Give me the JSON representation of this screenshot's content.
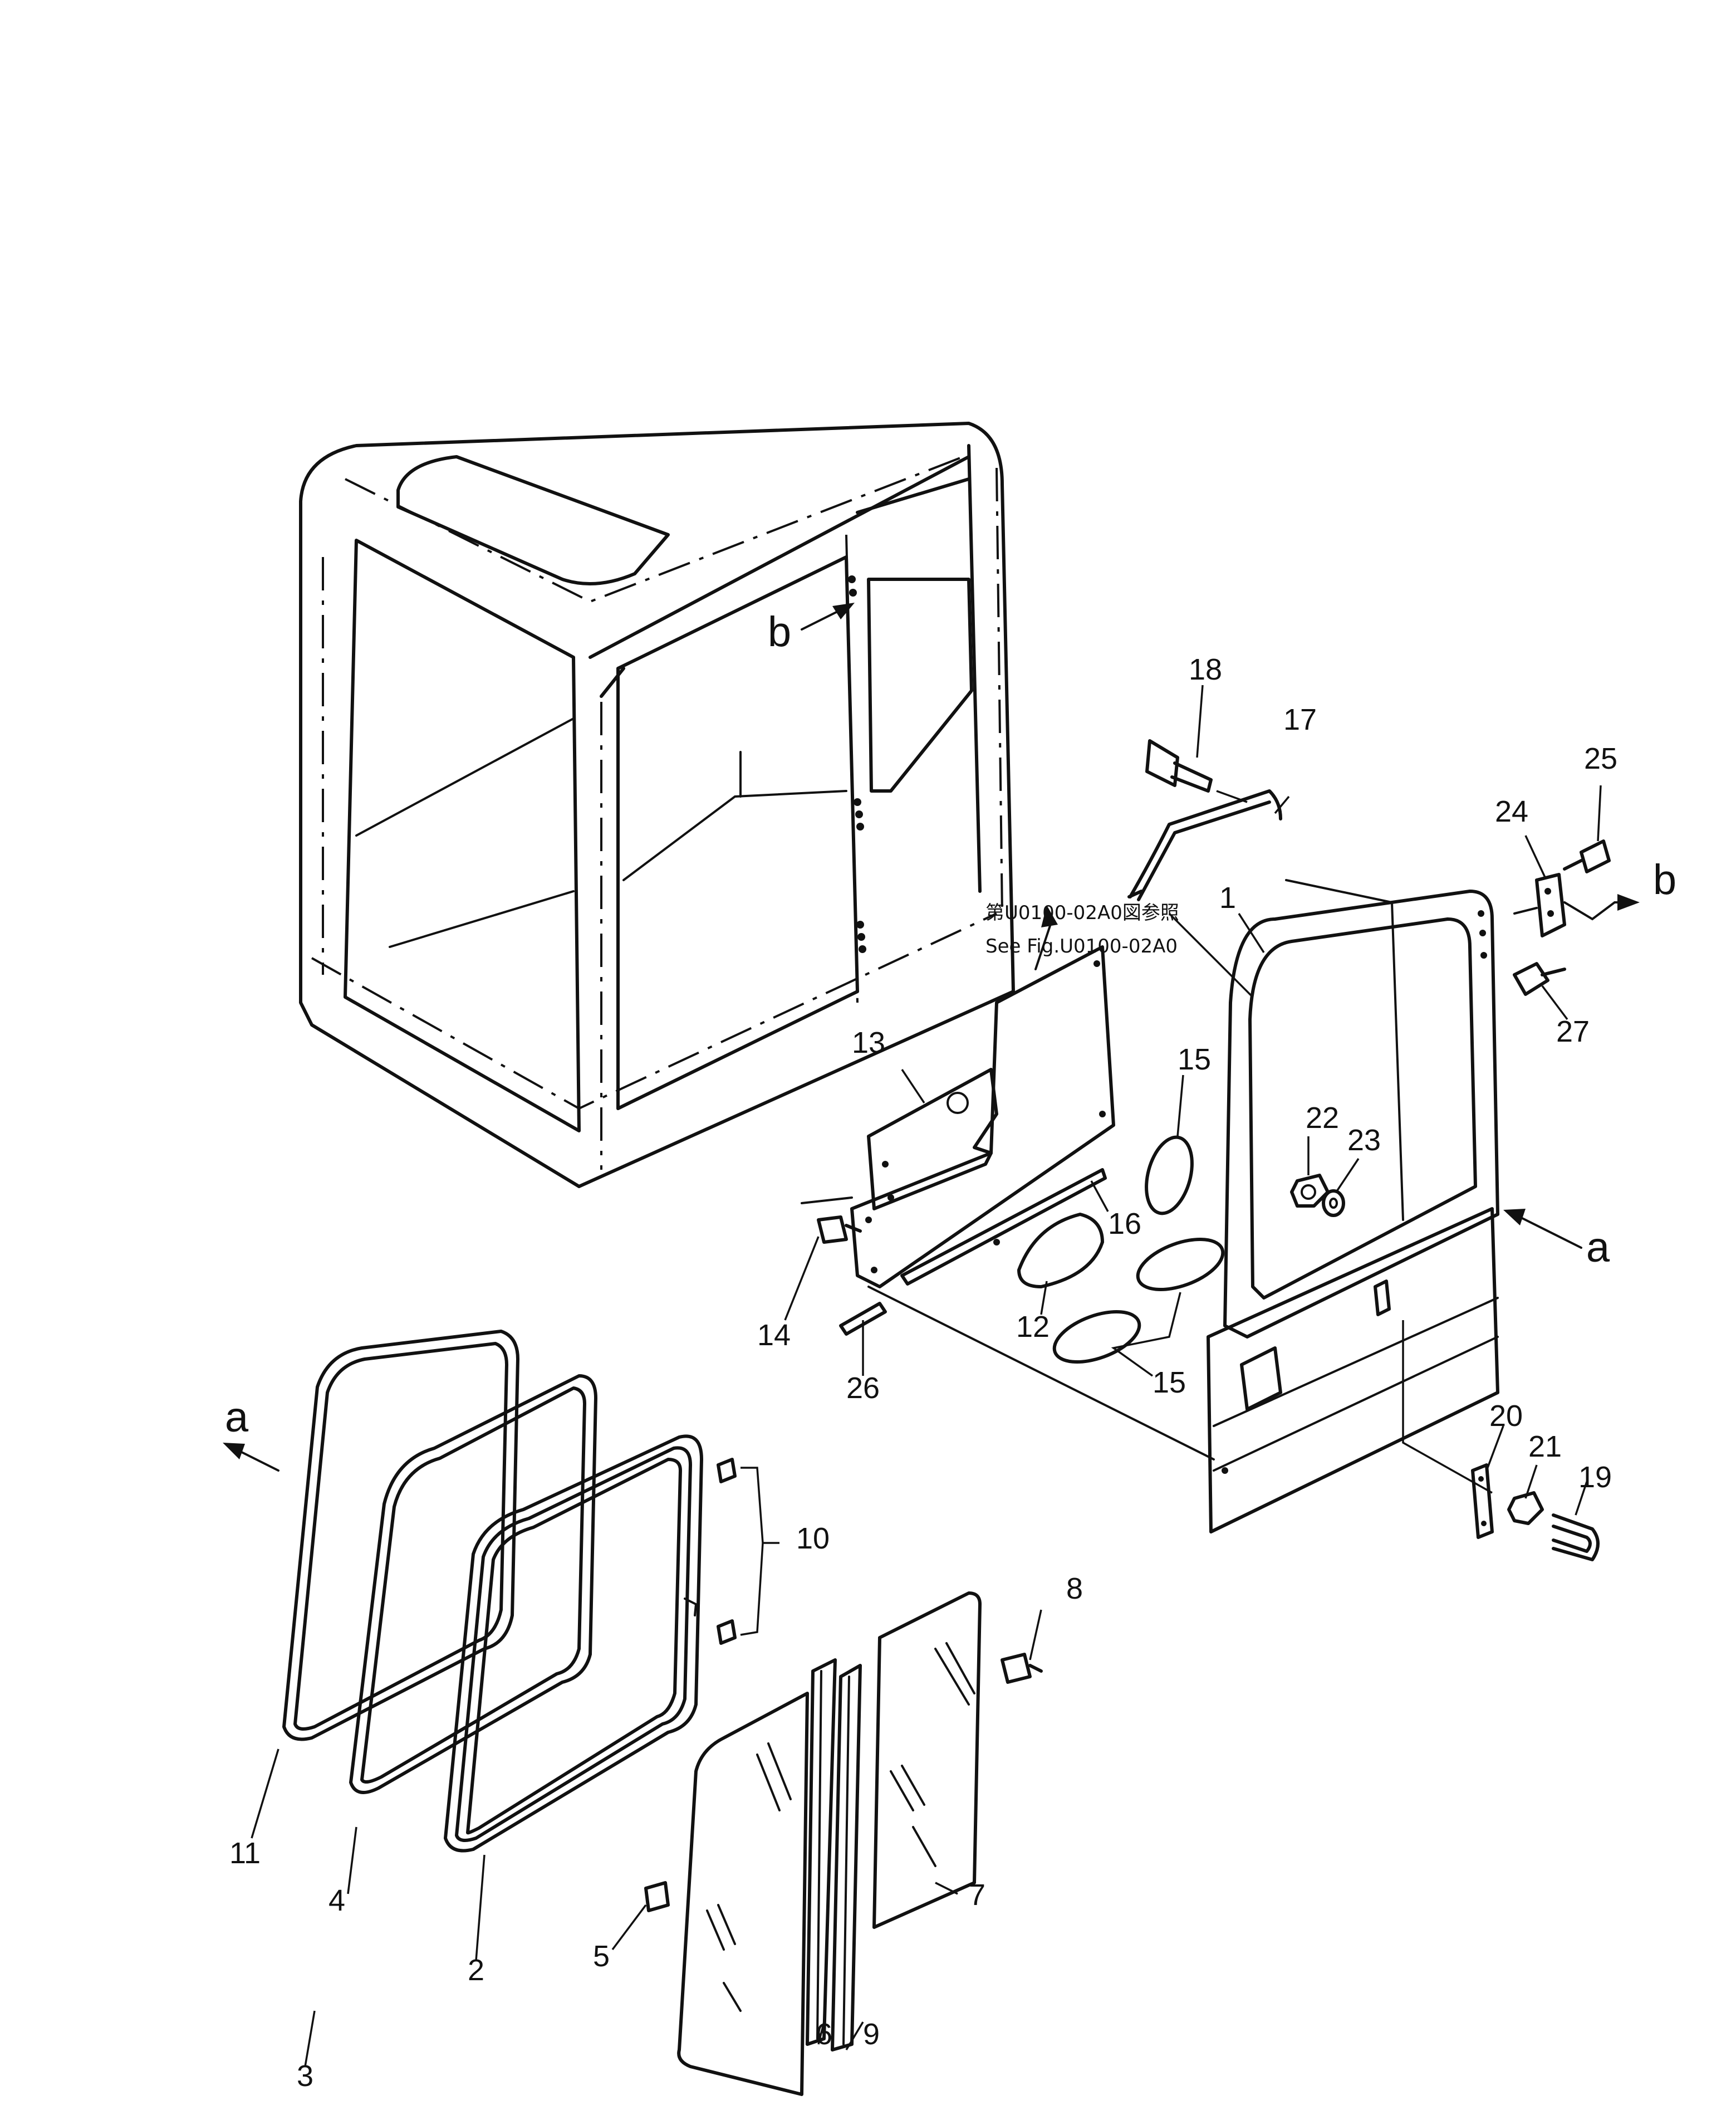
{
  "reference": {
    "line_jp": "第U0100-02A0図参照",
    "line_en": "See Fig.U0100-02A0"
  },
  "view_markers": {
    "a": "a",
    "b": "b"
  },
  "callouts": {
    "n1": "1",
    "n2": "2",
    "n3": "3",
    "n4": "4",
    "n5": "5",
    "n6": "6",
    "n7": "7",
    "n8": "8",
    "n9": "9",
    "n10": "10",
    "n11": "11",
    "n12": "12",
    "n13": "13",
    "n14": "14",
    "n15": "15",
    "n16": "16",
    "n17": "17",
    "n18": "18",
    "n19": "19",
    "n20": "20",
    "n21": "21",
    "n22": "22",
    "n23": "23",
    "n24": "24",
    "n25": "25",
    "n26": "26",
    "n27": "27"
  }
}
